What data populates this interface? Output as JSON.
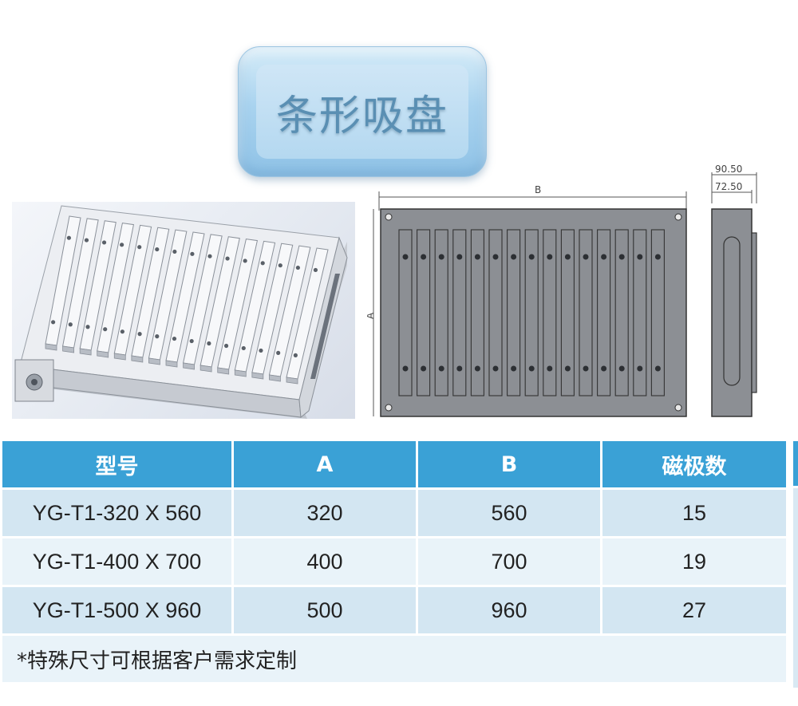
{
  "title": "条形吸盘",
  "drawing_labels": {
    "dim_b": "B",
    "dim_a": "A",
    "dim_9050": "90.50",
    "dim_7250": "72.50"
  },
  "table": {
    "headers": [
      "型号",
      "A",
      "B",
      "磁极数"
    ],
    "rows": [
      [
        "YG-T1-320 X 560",
        "320",
        "560",
        "15"
      ],
      [
        "YG-T1-400 X 700",
        "400",
        "700",
        "19"
      ],
      [
        "YG-T1-500 X 960",
        "500",
        "960",
        "27"
      ]
    ],
    "note": "*特殊尺寸可根据客户需求定制"
  }
}
